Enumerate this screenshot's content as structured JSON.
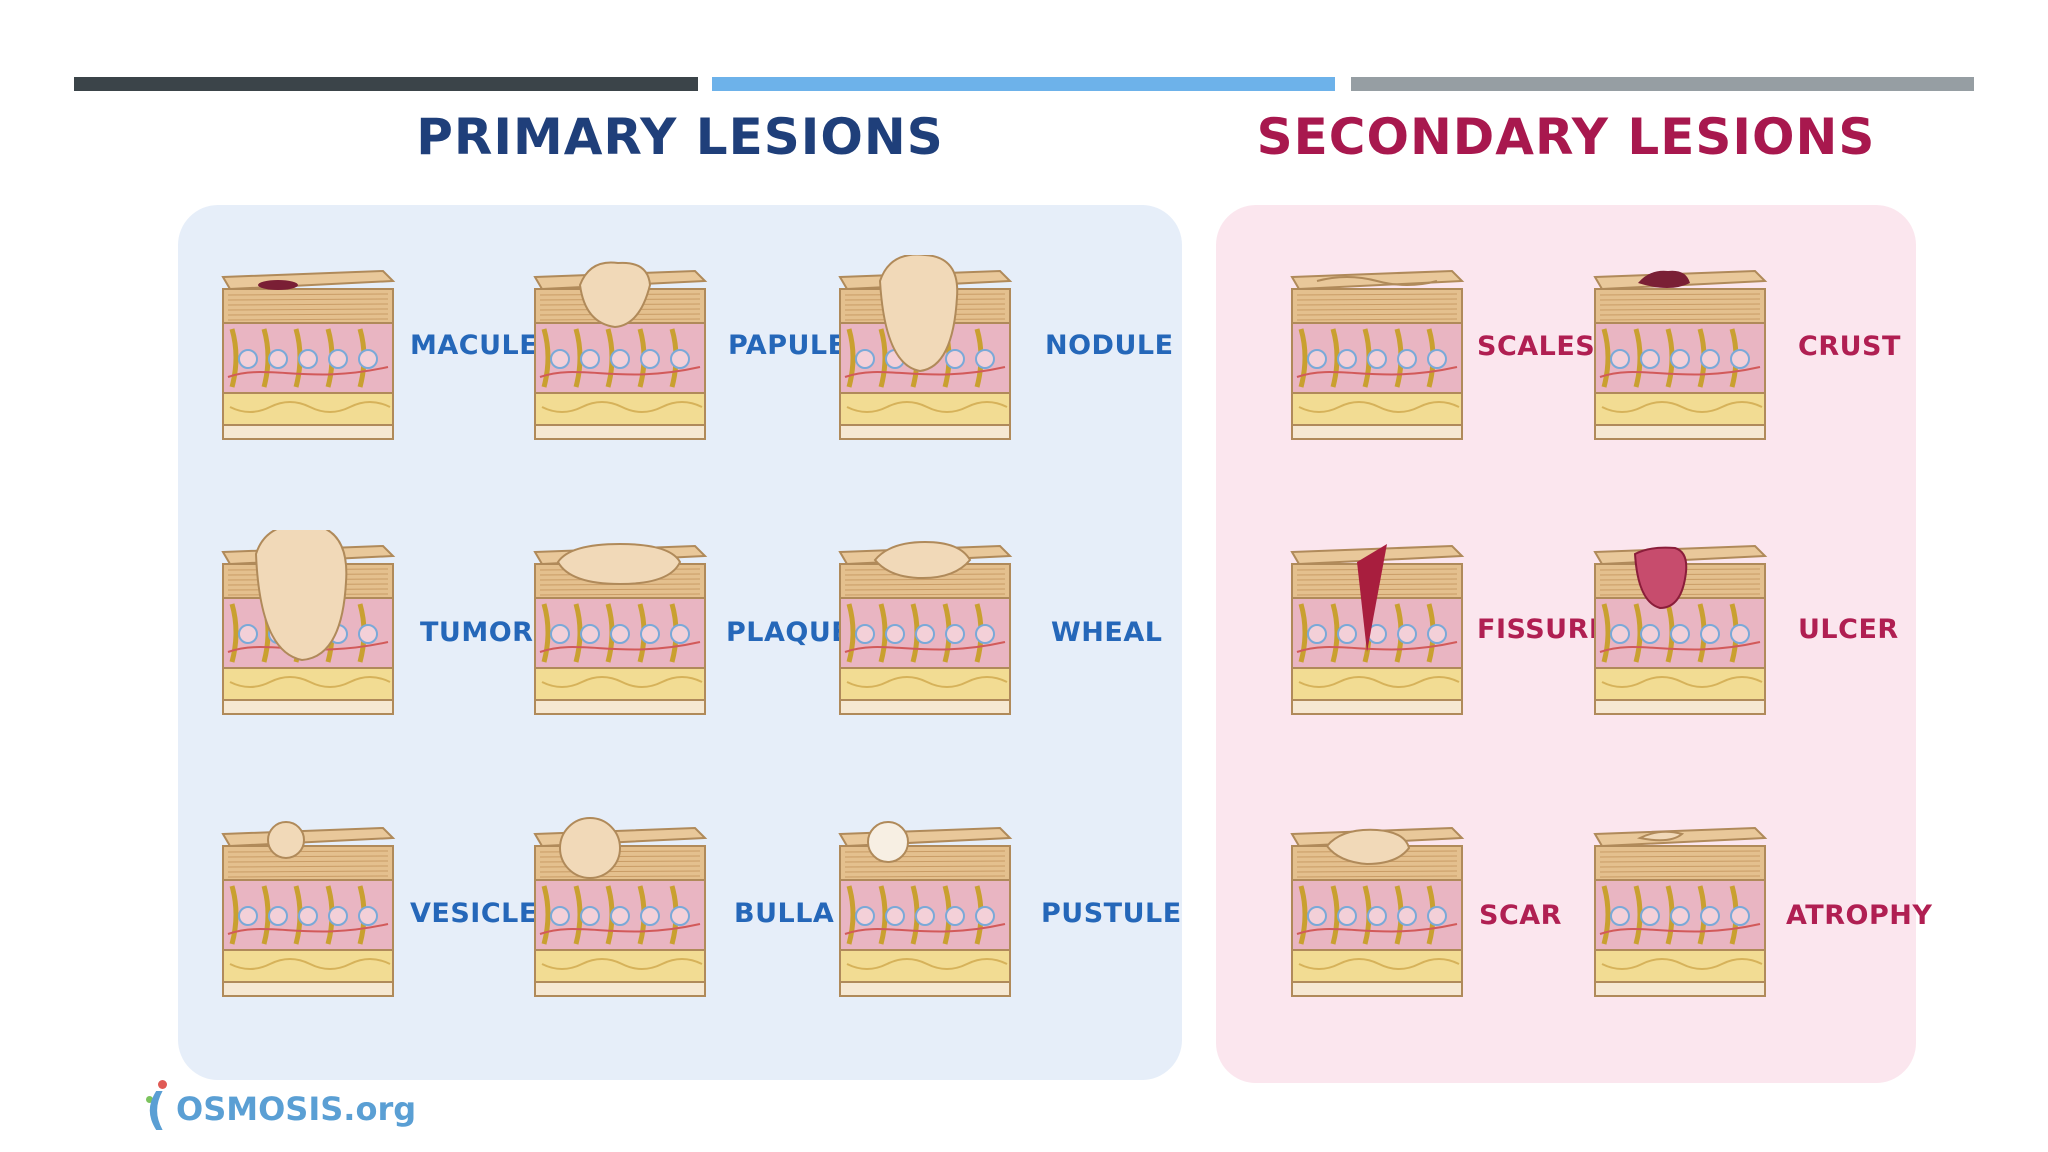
{
  "headings": {
    "primary": "PRIMARY LESIONS",
    "secondary": "SECONDARY LESIONS"
  },
  "primary_lesions": [
    "MACULE",
    "PAPULE",
    "NODULE",
    "TUMOR",
    "PLAQUE",
    "WHEAL",
    "VESICLE",
    "BULLA",
    "PUSTULE"
  ],
  "secondary_lesions": [
    "SCALES",
    "CRUST",
    "FISSURE",
    "ULCER",
    "SCAR",
    "ATROPHY"
  ],
  "logo": {
    "text": "OSMOSIS.org"
  },
  "colors": {
    "bar_dark": "#3b4449",
    "bar_blue": "#6db2ea",
    "bar_gray": "#969ea3",
    "primary_heading": "#1f3f7a",
    "secondary_heading": "#a8184e",
    "primary_label": "#2567b9",
    "secondary_label": "#b01f52",
    "primary_panel": "#e6eef9",
    "secondary_panel": "#fbe6ee"
  }
}
